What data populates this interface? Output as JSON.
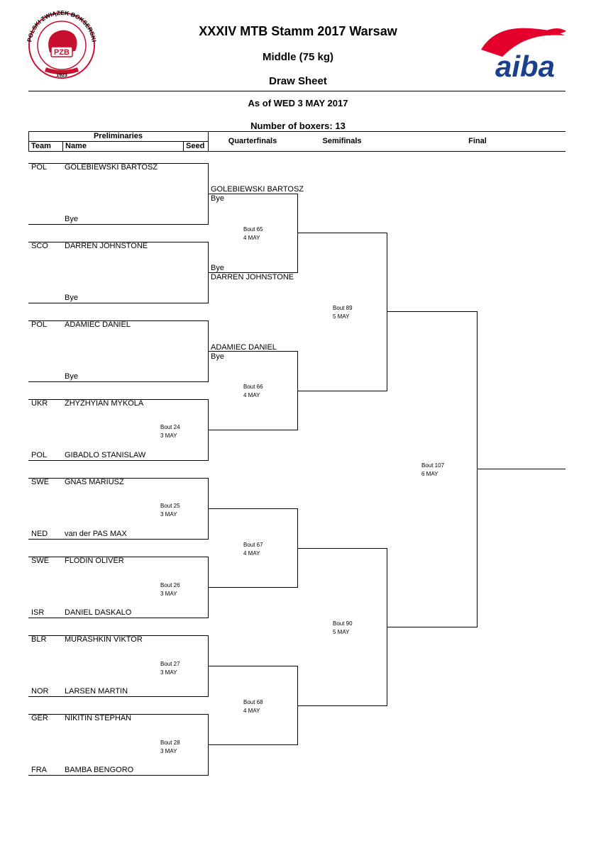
{
  "header": {
    "title": "XXXIV MTB Stamm 2017 Warsaw",
    "subtitle": "Middle (75 kg)",
    "sheet": "Draw Sheet",
    "as_of": "As of WED 3 MAY 2017",
    "boxer_count": "Number of boxers: 13"
  },
  "logos": {
    "left_ring_text": "POLSKI ZWIĄZEK BOKSERSKI",
    "left_badge": "PZB",
    "left_year": "1923",
    "right": "aiba"
  },
  "colors": {
    "pzb_red": "#c8102e",
    "aiba_red": "#e4002b",
    "aiba_blue": "#1a3f8f"
  },
  "columns": {
    "preliminaries": "Preliminaries",
    "team": "Team",
    "name": "Name",
    "seed": "Seed",
    "quarterfinals": "Quarterfinals",
    "semifinals": "Semifinals",
    "final": "Final"
  },
  "entries": [
    {
      "team": "POL",
      "name": "GOLEBIEWSKI BARTOSZ"
    },
    {
      "team": "",
      "name": "Bye"
    },
    {
      "team": "SCO",
      "name": "DARREN JOHNSTONE"
    },
    {
      "team": "",
      "name": "Bye"
    },
    {
      "team": "POL",
      "name": "ADAMIEC DANIEL"
    },
    {
      "team": "",
      "name": "Bye"
    },
    {
      "team": "UKR",
      "name": "ZHYZHYIAN MYKOLA"
    },
    {
      "team": "POL",
      "name": "GIBADLO STANISLAW"
    },
    {
      "team": "SWE",
      "name": "GNAS MARIUSZ"
    },
    {
      "team": "NED",
      "name": "van der PAS MAX"
    },
    {
      "team": "SWE",
      "name": "FLODIN OLIVER"
    },
    {
      "team": "ISR",
      "name": "DANIEL DASKALO"
    },
    {
      "team": "BLR",
      "name": "MURASHKIN VIKTOR"
    },
    {
      "team": "NOR",
      "name": "LARSEN MARTIN"
    },
    {
      "team": "GER",
      "name": "NIKITIN STEPHAN"
    },
    {
      "team": "FRA",
      "name": "BAMBA BENGORO"
    }
  ],
  "quarterfinal_entries": [
    [
      "GOLEBIEWSKI BARTOSZ",
      "Bye"
    ],
    [
      "Bye",
      "DARREN JOHNSTONE"
    ],
    [
      "ADAMIEC DANIEL",
      "Bye"
    ]
  ],
  "bouts": {
    "prelim": [
      {
        "bout": "Bout 24",
        "date": "3 MAY"
      },
      {
        "bout": "Bout 25",
        "date": "3 MAY"
      },
      {
        "bout": "Bout 26",
        "date": "3 MAY"
      },
      {
        "bout": "Bout 27",
        "date": "3 MAY"
      },
      {
        "bout": "Bout 28",
        "date": "3 MAY"
      }
    ],
    "quarter": [
      {
        "bout": "Bout 65",
        "date": "4 MAY"
      },
      {
        "bout": "Bout 66",
        "date": "4 MAY"
      },
      {
        "bout": "Bout 67",
        "date": "4 MAY"
      },
      {
        "bout": "Bout 68",
        "date": "4 MAY"
      }
    ],
    "semi": [
      {
        "bout": "Bout 89",
        "date": "5 MAY"
      },
      {
        "bout": "Bout 90",
        "date": "5 MAY"
      }
    ],
    "final": {
      "bout": "Bout 107",
      "date": "6 MAY"
    }
  }
}
